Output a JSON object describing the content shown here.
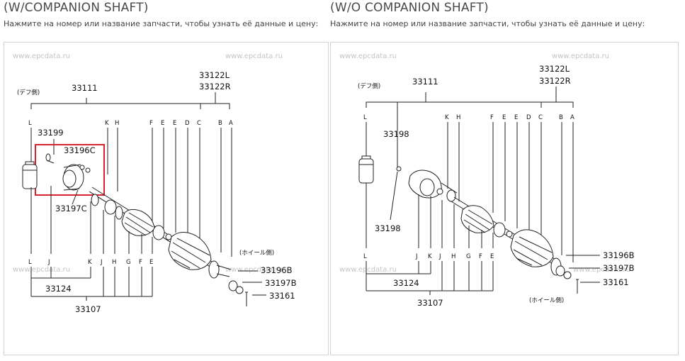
{
  "instructions": "Нажмите на номер или название запчасти, чтобы узнать её данные и цену:",
  "watermark": "www.epcdata.ru",
  "diagrams": [
    {
      "title": "(W/COMPANION SHAFT)",
      "side_label_top": "(デフ側)",
      "side_label_bottom": "(ホイール側)",
      "letters_top": [
        "L",
        "K",
        "H",
        "F",
        "E",
        "E",
        "D",
        "C",
        "B",
        "A"
      ],
      "letters_bottom": [
        "L",
        "J",
        "K",
        "J",
        "H",
        "G",
        "F",
        "E"
      ],
      "parts": [
        "33111",
        "33122L",
        "33122R",
        "33199",
        "33196C",
        "33197C",
        "33124",
        "33107",
        "33196B",
        "33197B",
        "33161"
      ],
      "highlight_label": "33196C"
    },
    {
      "title": "(W/O COMPANION SHAFT)",
      "side_label_top": "(デフ側)",
      "side_label_bottom": "(ホイール側)",
      "letters_top": [
        "L",
        "K",
        "H",
        "F",
        "E",
        "E",
        "D",
        "C",
        "B",
        "A"
      ],
      "letters_bottom": [
        "L",
        "J",
        "K",
        "J",
        "H",
        "G",
        "F",
        "E"
      ],
      "parts": [
        "33111",
        "33122L",
        "33122R",
        "33198",
        "33198",
        "33196B",
        "33197B",
        "33161",
        "33124",
        "33107"
      ]
    }
  ],
  "colors": {
    "highlight": "#d9232e",
    "frame": "#d4d4d4",
    "watermark": "#c4c4c4"
  }
}
